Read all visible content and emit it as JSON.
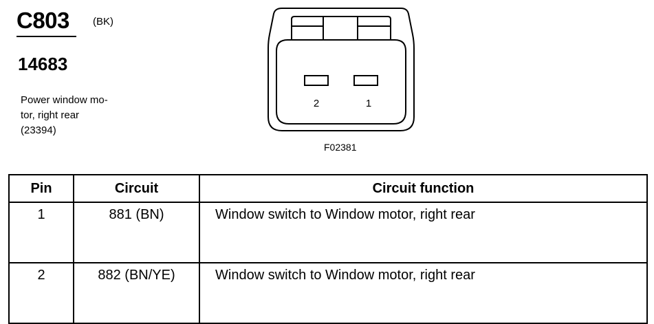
{
  "connector": {
    "id": "C803",
    "color_code": "(BK)",
    "part_number": "14683",
    "description_lines": [
      "Power window mo-",
      "tor, right rear",
      "(23394)"
    ],
    "figure_id": "F02381",
    "pin_labels": [
      "2",
      "1"
    ]
  },
  "table": {
    "headers": [
      "Pin",
      "Circuit",
      "Circuit function"
    ],
    "rows": [
      {
        "pin": "1",
        "circuit": "881 (BN)",
        "function": "Window switch to Window motor, right rear"
      },
      {
        "pin": "2",
        "circuit": "882 (BN/YE)",
        "function": "Window switch to Window motor, right rear"
      }
    ]
  }
}
